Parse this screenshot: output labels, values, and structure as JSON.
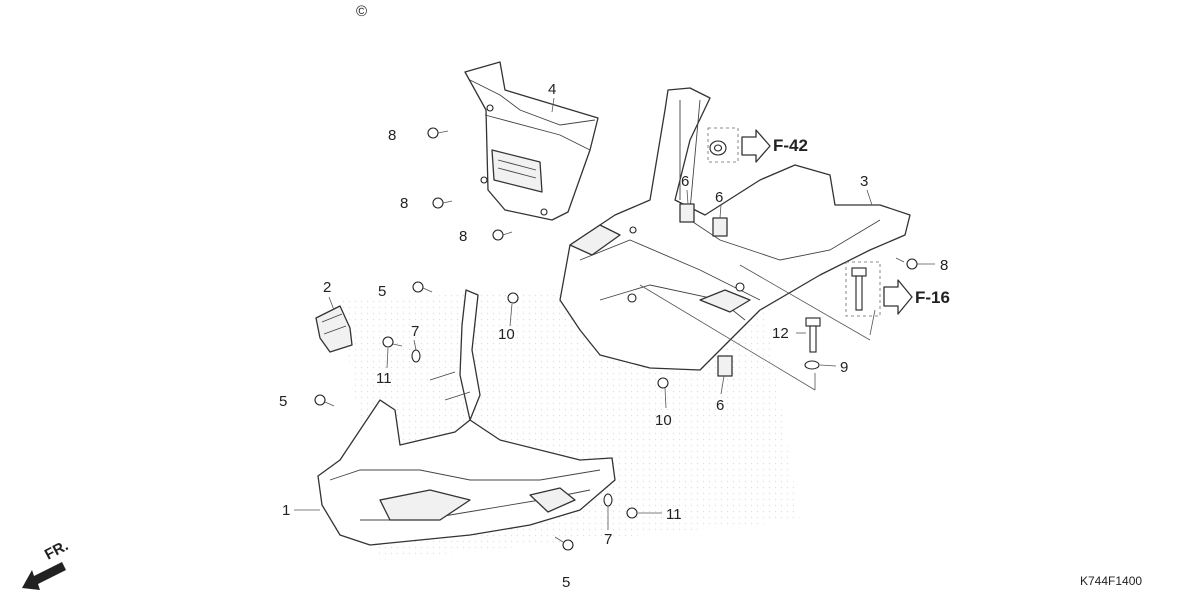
{
  "diagram": {
    "copyright_mark": "©",
    "drawing_code": "K744F1400",
    "front_label": "FR.",
    "references": [
      "F-42",
      "F-16"
    ],
    "callouts": {
      "c1": "1",
      "c2": "2",
      "c3": "3",
      "c4": "4",
      "c5a": "5",
      "c5b": "5",
      "c5c": "5",
      "c6a": "6",
      "c6b": "6",
      "c6c": "6",
      "c7a": "7",
      "c7b": "7",
      "c8a": "8",
      "c8b": "8",
      "c8c": "8",
      "c8d": "8",
      "c9": "9",
      "c10a": "10",
      "c10b": "10",
      "c11a": "11",
      "c11b": "11",
      "c12": "12"
    }
  }
}
